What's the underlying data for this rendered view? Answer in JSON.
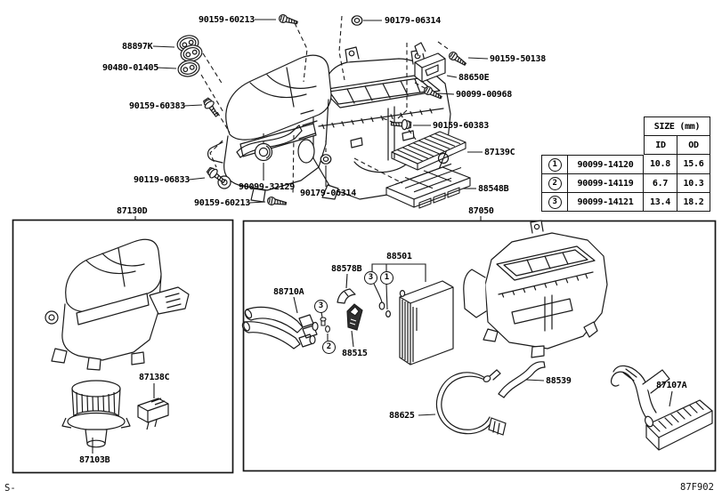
{
  "page": {
    "corner_mark": "S-",
    "figure_code": "87F902"
  },
  "callouts": {
    "screw_top": "90159-60213",
    "nut_top": "90179-06314",
    "grommet_double": "88897K",
    "grommet_single": "90480-01405",
    "bolt_upper_left": "90159-60383",
    "screw_servo": "90159-50138",
    "servo_motor": "88650E",
    "screw_servo_lower": "90099-00968",
    "bolt_right": "90159-60383",
    "air_filter": "87139C",
    "filter_case": "88548B",
    "bolt_washer": "90119-06833",
    "grommet_center": "90099-32129",
    "nut_center": "90179-06314",
    "screw_bottom": "90159-60213",
    "blower_assembly": "87130D",
    "heater_assembly": "87050",
    "tube_assembly": "88710A",
    "clip": "88578B",
    "evaporator": "88501",
    "expansion_valve": "88515",
    "blower_resistor": "87138C",
    "blower_motor": "87103B",
    "hose": "88539",
    "wire_harness": "88625",
    "heater_core": "87107A"
  },
  "marks": [
    "3",
    "1",
    "3",
    "2"
  ],
  "size_table": {
    "title": "SIZE (mm)",
    "col_id": "ID",
    "col_od": "OD",
    "rows": [
      {
        "mark": "1",
        "part_no": "90099-14120",
        "id": "10.8",
        "od": "15.6"
      },
      {
        "mark": "2",
        "part_no": "90099-14119",
        "id": "6.7",
        "od": "10.3"
      },
      {
        "mark": "3",
        "part_no": "90099-14121",
        "id": "13.4",
        "od": "18.2"
      }
    ]
  }
}
